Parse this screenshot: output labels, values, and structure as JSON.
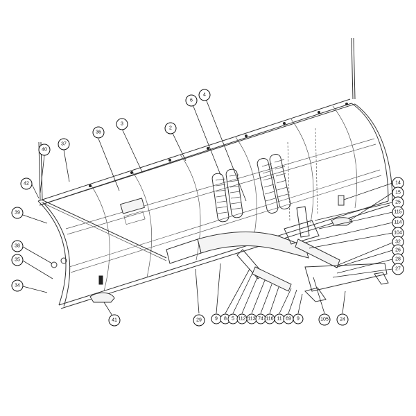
{
  "callouts": [
    "40",
    "37",
    "36",
    "3",
    "2",
    "6",
    "4",
    "42",
    "39",
    "38",
    "35",
    "34",
    "41",
    "14",
    "15",
    "25",
    "115",
    "114",
    "104",
    "32",
    "26",
    "28",
    "27",
    "29",
    "9",
    "8",
    "5",
    "112",
    "113",
    "74",
    "116",
    "11",
    "69",
    "9",
    "105",
    "24"
  ],
  "colors": {
    "line": "#333333",
    "callout_stroke": "#111111",
    "background": "#ffffff"
  }
}
